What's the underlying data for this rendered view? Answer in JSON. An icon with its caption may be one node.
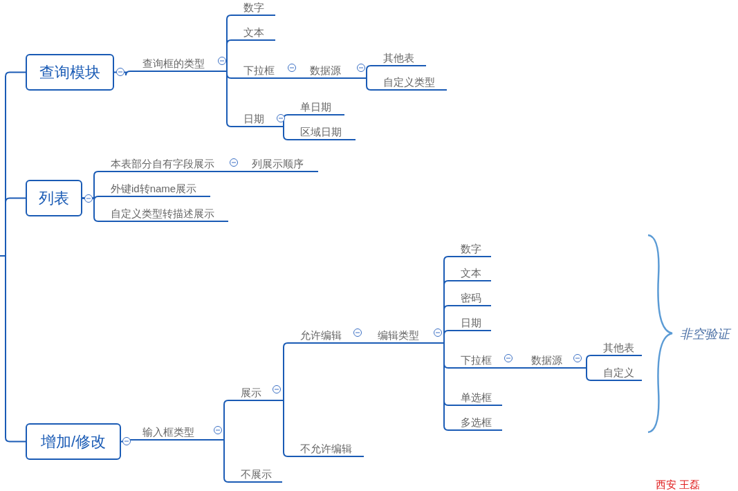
{
  "diagram": {
    "nodes": [
      {
        "text": [
          "查询模块"
        ]
      },
      {
        "text": [
          "查询框的类型"
        ]
      },
      {
        "text": [
          "数字"
        ]
      },
      {
        "text": [
          "文本"
        ]
      },
      {
        "text": [
          "下拉框"
        ]
      },
      {
        "text": [
          "数据源"
        ]
      },
      {
        "text": [
          "其他表"
        ]
      },
      {
        "text": [
          "自定义类型"
        ]
      },
      {
        "text": [
          "日期"
        ]
      },
      {
        "text": [
          "单日期"
        ]
      },
      {
        "text": [
          "区域日期"
        ]
      },
      {
        "text": [
          "列表"
        ]
      },
      {
        "text": [
          "本表部分自有字段展示"
        ]
      },
      {
        "text": [
          "列展示顺序"
        ]
      },
      {
        "text": [
          "外键id转name展示"
        ]
      },
      {
        "text": [
          "自定义类型转描述展示"
        ]
      },
      {
        "text": [
          "增加/修改"
        ]
      },
      {
        "text": [
          "输入框类型"
        ]
      },
      {
        "text": [
          "展示"
        ]
      },
      {
        "text": [
          "允许编辑"
        ]
      },
      {
        "text": [
          "编辑类型"
        ]
      },
      {
        "text": [
          "数字"
        ]
      },
      {
        "text": [
          "文本"
        ]
      },
      {
        "text": [
          "密码"
        ]
      },
      {
        "text": [
          "日期"
        ]
      },
      {
        "text": [
          "下拉框"
        ]
      },
      {
        "text": [
          "数据源"
        ]
      },
      {
        "text": [
          "其他表"
        ]
      },
      {
        "text": [
          "自定义"
        ]
      },
      {
        "text": [
          "单选框"
        ]
      },
      {
        "text": [
          "多选框"
        ]
      },
      {
        "text": [
          "不允许编辑"
        ]
      },
      {
        "text": [
          "不展示"
        ]
      }
    ],
    "edges": [
      {
        "from": null,
        "to": 0,
        "arrow": "none"
      },
      {
        "from": null,
        "to": 11,
        "arrow": "none"
      },
      {
        "from": null,
        "to": 16,
        "arrow": "none"
      },
      {
        "from": 0,
        "to": 1,
        "arrow": "none"
      },
      {
        "from": 1,
        "to": 2,
        "arrow": "none"
      },
      {
        "from": 1,
        "to": 3,
        "arrow": "none"
      },
      {
        "from": 1,
        "to": 4,
        "arrow": "none"
      },
      {
        "from": 1,
        "to": 8,
        "arrow": "none"
      },
      {
        "from": 4,
        "to": 5,
        "arrow": "none"
      },
      {
        "from": 5,
        "to": 6,
        "arrow": "none"
      },
      {
        "from": 5,
        "to": 7,
        "arrow": "none"
      },
      {
        "from": 8,
        "to": 9,
        "arrow": "none"
      },
      {
        "from": 8,
        "to": 10,
        "arrow": "none"
      },
      {
        "from": 11,
        "to": 12,
        "arrow": "none"
      },
      {
        "from": 11,
        "to": 14,
        "arrow": "none"
      },
      {
        "from": 11,
        "to": 15,
        "arrow": "none"
      },
      {
        "from": 12,
        "to": 13,
        "arrow": "none"
      },
      {
        "from": 16,
        "to": 17,
        "arrow": "none"
      },
      {
        "from": 17,
        "to": 18,
        "arrow": "none"
      },
      {
        "from": 17,
        "to": 32,
        "arrow": "none"
      },
      {
        "from": 18,
        "to": 19,
        "arrow": "none"
      },
      {
        "from": 18,
        "to": 31,
        "arrow": "none"
      },
      {
        "from": 19,
        "to": 20,
        "arrow": "none"
      },
      {
        "from": 20,
        "to": 21,
        "arrow": "none"
      },
      {
        "from": 20,
        "to": 22,
        "arrow": "none"
      },
      {
        "from": 20,
        "to": 23,
        "arrow": "none"
      },
      {
        "from": 20,
        "to": 24,
        "arrow": "none"
      },
      {
        "from": 20,
        "to": 25,
        "arrow": "none"
      },
      {
        "from": 20,
        "to": 29,
        "arrow": "none"
      },
      {
        "from": 20,
        "to": 30,
        "arrow": "none"
      },
      {
        "from": 25,
        "to": 26,
        "arrow": "none"
      },
      {
        "from": 26,
        "to": 27,
        "arrow": "none"
      },
      {
        "from": 26,
        "to": 28,
        "arrow": "none"
      }
    ],
    "labels": [
      "非空验证",
      "西安 王磊"
    ]
  }
}
